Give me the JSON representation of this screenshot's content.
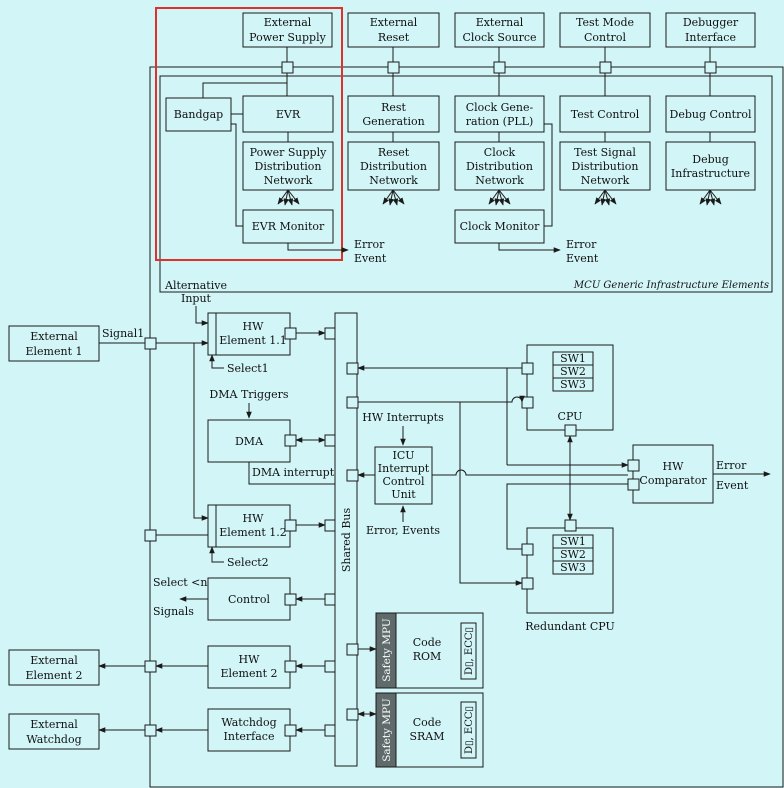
{
  "top_inputs": {
    "ext_power": [
      "External",
      "Power Supply"
    ],
    "ext_reset": [
      "External",
      "Reset"
    ],
    "ext_clock": [
      "External",
      "Clock Source"
    ],
    "test_mode": [
      "Test Mode",
      "Control"
    ],
    "debugger": [
      "Debugger",
      "Interface"
    ]
  },
  "infrastructure": {
    "bandgap": "Bandgap",
    "evr": "EVR",
    "power_dist": [
      "Power Supply",
      "Distribution",
      "Network"
    ],
    "evr_monitor": "EVR Monitor",
    "reset_gen": [
      "Rest",
      "Generation"
    ],
    "reset_dist": [
      "Reset",
      "Distribution",
      "Network"
    ],
    "clock_gen": [
      "Clock Gene-",
      "ration (PLL)"
    ],
    "clock_dist": [
      "Clock",
      "Distribution",
      "Network"
    ],
    "clock_monitor": "Clock Monitor",
    "test_control": "Test Control",
    "test_dist": [
      "Test Signal",
      "Distribution",
      "Network"
    ],
    "debug_control": "Debug Control",
    "debug_infra": [
      "Debug",
      "Infrastructure"
    ],
    "error_event_1": [
      "Error",
      "Event"
    ],
    "error_event_2": [
      "Error",
      "Event"
    ],
    "caption": "MCU Generic Infrastructure Elements"
  },
  "left_externals": {
    "ext_el1": [
      "External",
      "Element 1"
    ],
    "signal1": "Signal1",
    "ext_el2": [
      "External",
      "Element 2"
    ],
    "ext_wd": [
      "External",
      "Watchdog"
    ]
  },
  "peripherals": {
    "alt_input": [
      "Alternative",
      "Input"
    ],
    "hw11": [
      "HW",
      "Element 1.1"
    ],
    "select1": "Select1",
    "dma_triggers": "DMA Triggers",
    "dma": "DMA",
    "dma_interrupt": "DMA interrupt",
    "hw12": [
      "HW",
      "Element 1.2"
    ],
    "select2": "Select2",
    "select_n": "Select <n>",
    "signals": "Signals",
    "control": "Control",
    "hw2": [
      "HW",
      "Element 2"
    ],
    "watchdog": [
      "Watchdog",
      "Interface"
    ],
    "shared_bus": "Shared Bus"
  },
  "core": {
    "hw_interrupts": "HW Interrupts",
    "icu": [
      "ICU",
      "Interrupt",
      "Control",
      "Unit"
    ],
    "error_events": "Error, Events",
    "cpu_sw": [
      "SW1",
      "SW2",
      "SW3"
    ],
    "cpu": "CPU",
    "rcpu_sw": [
      "SW1",
      "SW2",
      "SW3"
    ],
    "rcpu": "Redundant CPU",
    "hw_comparator": [
      "HW",
      "Comparator"
    ],
    "error_event_3": [
      "Error",
      "Event"
    ],
    "safety_mpu_1": "Safety MPU",
    "code_rom": [
      "Code",
      "ROM"
    ],
    "ecc_1": "D▯, ECC▯",
    "safety_mpu_2": "Safety MPU",
    "code_sram": [
      "Code",
      "SRAM"
    ],
    "ecc_2": "D▯, ECC▯"
  }
}
